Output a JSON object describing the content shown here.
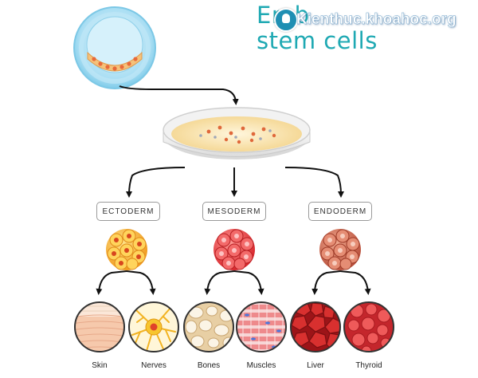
{
  "title": {
    "line1": "Emb",
    "line2": "stem cells"
  },
  "watermark": {
    "text": "Kienthuc.khoahoc.org",
    "icon": "bulb-icon"
  },
  "germ_layers": [
    {
      "id": "ectoderm",
      "label": "ECTODERM",
      "color": "#f3a531"
    },
    {
      "id": "mesoderm",
      "label": "MESODERM",
      "color": "#e8484a"
    },
    {
      "id": "endoderm",
      "label": "ENDODERM",
      "color": "#d07058"
    }
  ],
  "tissues": [
    {
      "id": "skin",
      "label": "Skin",
      "layer": "ectoderm"
    },
    {
      "id": "nerves",
      "label": "Nerves",
      "layer": "ectoderm"
    },
    {
      "id": "bones",
      "label": "Bones",
      "layer": "mesoderm"
    },
    {
      "id": "muscles",
      "label": "Muscles",
      "layer": "mesoderm"
    },
    {
      "id": "liver",
      "label": "Liver",
      "layer": "endoderm"
    },
    {
      "id": "thyroid",
      "label": "Thyroid",
      "layer": "endoderm"
    }
  ],
  "colors": {
    "title": "#1fa9b3",
    "arrow": "#111111"
  }
}
